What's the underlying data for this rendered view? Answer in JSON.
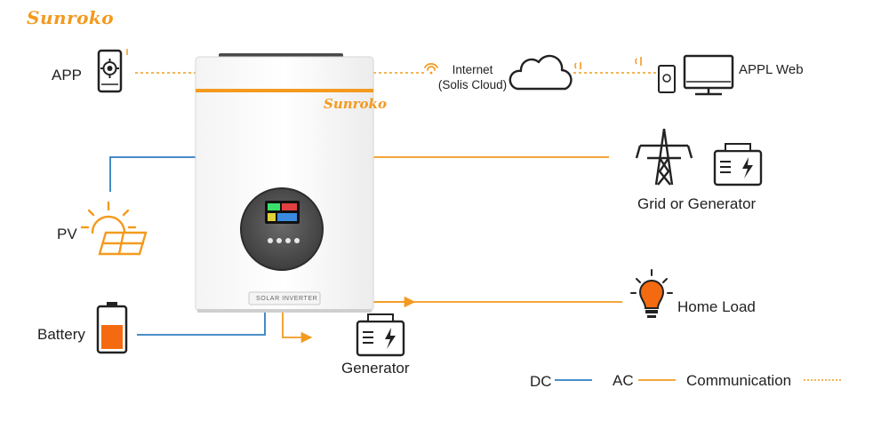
{
  "brand": {
    "name": "Sunroko"
  },
  "inverter": {
    "brand": "Sunroko",
    "label": "SOLAR INVERTER"
  },
  "labels": {
    "app": "APP",
    "pv": "PV",
    "battery": "Battery",
    "internet_line1": "Internet",
    "internet_line2": "(Solis Cloud)",
    "appl_web": "APPL Web",
    "grid_or_generator": "Grid or Generator",
    "home_load": "Home Load",
    "generator": "Generator"
  },
  "legend": {
    "dc": "DC",
    "ac": "AC",
    "communication": "Communication"
  },
  "colors": {
    "dc": "#2f7fc1",
    "ac": "#f39a1f",
    "communication": "#f39a1f",
    "brand": "#f39a1f"
  }
}
